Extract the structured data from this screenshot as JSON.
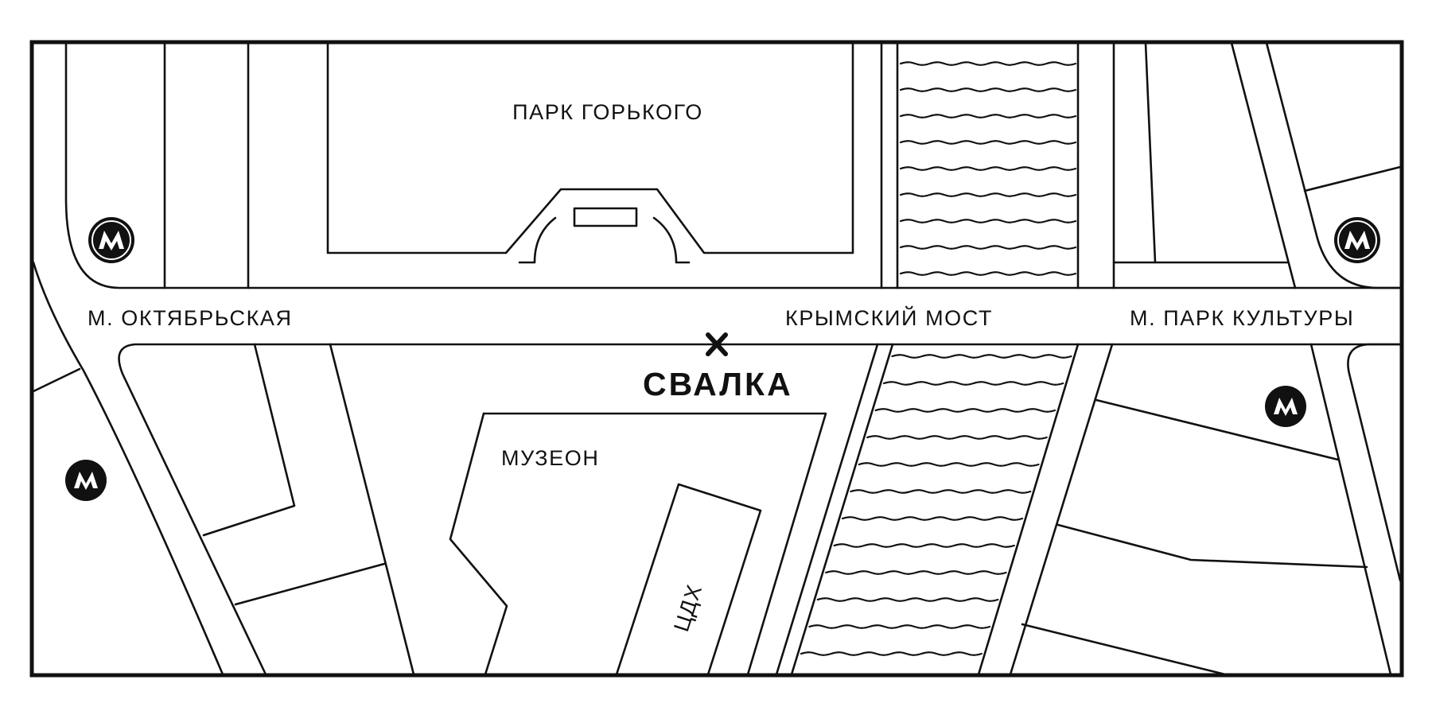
{
  "labels": {
    "park": "ПАРК ГОРЬКОГО",
    "metro_left": "М. ОКТЯБРЬСКАЯ",
    "bridge": "КРЫМСКИЙ МОСТ",
    "metro_right": "М. ПАРК КУЛЬТУРЫ",
    "venue": "СВАЛКА",
    "museum": "МУЗЕОН",
    "cdh": "ЦДХ"
  },
  "icons": {
    "metro": "metro-icon",
    "marker": "cross-marker-icon"
  },
  "colors": {
    "ink": "#111111",
    "paper": "#ffffff"
  }
}
